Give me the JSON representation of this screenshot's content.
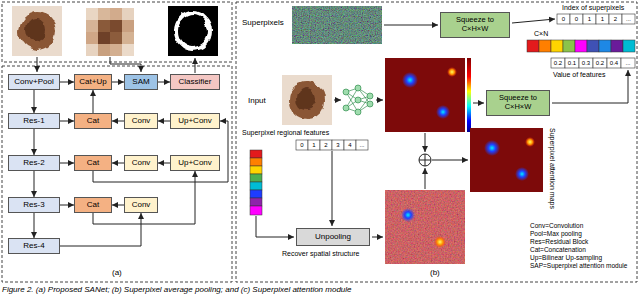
{
  "diagram": {
    "caption": "Figure 2. (a) Proposed SANet; (b) Superpixel average pooling; and (c) Superpixel attention module",
    "nodes": [
      {
        "text": [
          "Conv+Pool"
        ]
      },
      {
        "text": [
          "Cat+Up"
        ]
      },
      {
        "text": [
          "SAM"
        ]
      },
      {
        "text": [
          "Classifier"
        ]
      },
      {
        "text": [
          "Res-1"
        ]
      },
      {
        "text": [
          "Cat"
        ]
      },
      {
        "text": [
          "Conv"
        ]
      },
      {
        "text": [
          "Up+Conv"
        ]
      },
      {
        "text": [
          "Res-2"
        ]
      },
      {
        "text": [
          "Cat"
        ]
      },
      {
        "text": [
          "Conv"
        ]
      },
      {
        "text": [
          "Up+Conv"
        ]
      },
      {
        "text": [
          "Res-3"
        ]
      },
      {
        "text": [
          "Cat"
        ]
      },
      {
        "text": [
          "Conv"
        ]
      },
      {
        "text": [
          "Res-4"
        ]
      },
      {
        "text": [
          "Squeeze to C×H×W"
        ]
      },
      {
        "text": [
          "Squeeze to C×H×W"
        ]
      },
      {
        "text": [
          "Unpooling"
        ]
      }
    ],
    "edges": [
      {
        "from": 0,
        "to": 4,
        "arrow": "to"
      },
      {
        "from": 4,
        "to": 8,
        "arrow": "to"
      },
      {
        "from": 8,
        "to": 12,
        "arrow": "to"
      },
      {
        "from": 12,
        "to": 15,
        "arrow": "to"
      },
      {
        "from": 0,
        "to": 1,
        "arrow": "to"
      },
      {
        "from": 1,
        "to": 2,
        "arrow": "to"
      },
      {
        "from": 2,
        "to": 3,
        "arrow": "to"
      },
      {
        "from": 4,
        "to": 5,
        "arrow": "to"
      },
      {
        "from": 8,
        "to": 9,
        "arrow": "to"
      },
      {
        "from": 12,
        "to": 13,
        "arrow": "to"
      },
      {
        "from": 15,
        "to": 14,
        "arrow": "to"
      },
      {
        "from": 14,
        "to": 13,
        "arrow": "to"
      },
      {
        "from": 13,
        "to": 11,
        "arrow": "to"
      },
      {
        "from": 11,
        "to": 10,
        "arrow": "to"
      },
      {
        "from": 10,
        "to": 9,
        "arrow": "to"
      },
      {
        "from": 9,
        "to": 7,
        "arrow": "to"
      },
      {
        "from": 7,
        "to": 6,
        "arrow": "to"
      },
      {
        "from": 6,
        "to": 5,
        "arrow": "to"
      },
      {
        "from": 5,
        "to": 1,
        "arrow": "to"
      }
    ],
    "labels": [
      "(a)",
      "(b)",
      "Superpixels",
      "Input",
      "Index of superpixels",
      "C×N",
      "Value of features",
      "Superpixel regional features",
      "Recover spatial structure",
      "Superpixel attention maps",
      "Conv=Convolution",
      "Pool=Max pooling",
      "Res=Residual Block",
      "Cat=Concatenation",
      "Up=Bilinear Up-sampling",
      "SAP=Superpixel attention module",
      "0",
      "0",
      "1",
      "1",
      "2",
      "...",
      "0.2",
      "0.1",
      "0.3",
      "0.2",
      "0.4",
      "...",
      "0",
      "1",
      "2",
      "3",
      "4",
      "..."
    ]
  }
}
